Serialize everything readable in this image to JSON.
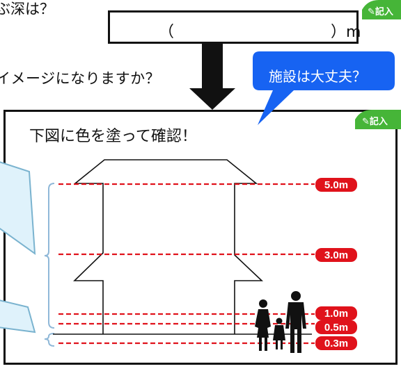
{
  "question_depth_fragment": "ぶ深は？",
  "question_image_fragment": "イメージになりますか？",
  "answer": {
    "open_paren": "（",
    "close_paren_unit": "）m"
  },
  "bubble_facility": "施設は大丈夫？",
  "illustration_title": "下図に色を塗って確認！",
  "write_badge": "✎記入",
  "levels": [
    "5.0m",
    "3.0m",
    "1.0m",
    "0.5m",
    "0.3m"
  ],
  "colors": {
    "blue_bubble": "#1763f2",
    "pale_bubble": "#dff2fb",
    "badge_green": "#46b538",
    "level_red": "#e0121b"
  }
}
